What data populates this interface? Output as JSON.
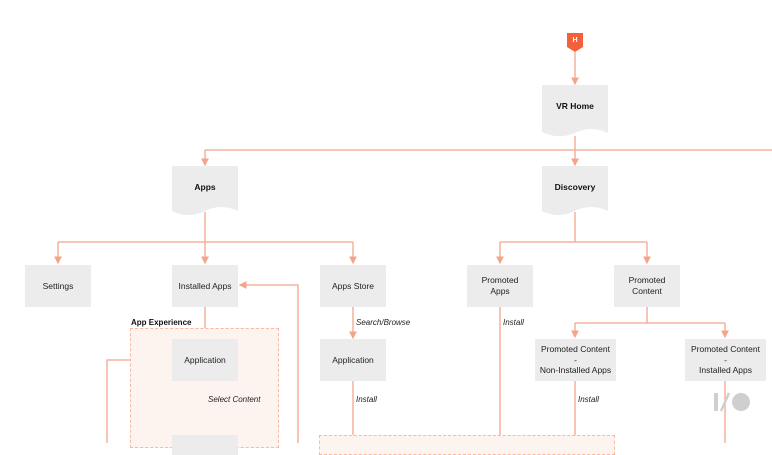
{
  "start_node": {
    "label": "H",
    "color": "#f4603b"
  },
  "nodes": {
    "vr_home": "VR Home",
    "apps": "Apps",
    "discovery": "Discovery",
    "settings": "Settings",
    "installed_apps": "Installed Apps",
    "apps_store": "Apps Store",
    "promoted_apps": "Promoted Apps",
    "promoted_content": "Promoted\nContent",
    "application_experience": "Application",
    "application_store": "Application",
    "promoted_content_non_installed": "Promoted Content -\nNon-Installed Apps",
    "promoted_content_installed": "Promoted Content -\nInstalled Apps"
  },
  "groups": {
    "app_experience": "App Experience"
  },
  "edge_labels": {
    "search_browse": "Search/Browse",
    "install_promoted": "Install",
    "select_content": "Select Content",
    "install_store": "Install",
    "install_non_installed": "Install"
  },
  "colors": {
    "connector": "#f3a58c",
    "node_fill": "#ececec",
    "doc_fill": "#ececec",
    "group_fill": "#fdf4f0",
    "group_border": "#f6b9a6",
    "start_fill": "#f4603b"
  },
  "watermark_icon": "io-logo-icon"
}
